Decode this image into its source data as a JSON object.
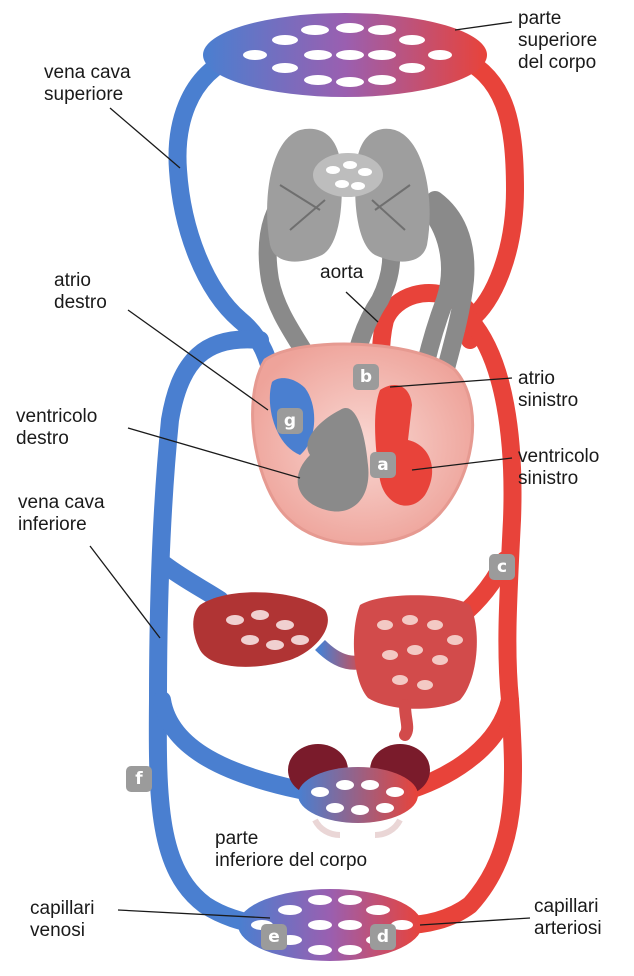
{
  "labels": {
    "upper_body": "parte\nsuperiore\ndel corpo",
    "superior_vena_cava": "vena cava\nsuperiore",
    "aorta": "aorta",
    "right_atrium": "atrio\ndestro",
    "left_atrium": "atrio\nsinistro",
    "right_ventricle": "ventricolo\ndestro",
    "left_ventricle": "ventricolo\nsinistro",
    "inferior_vena_cava": "vena cava\ninferiore",
    "lower_body": "parte\ninferiore del corpo",
    "venous_capillaries": "capillari\nvenosi",
    "arterial_capillaries": "capillari\narteriosi"
  },
  "badges": {
    "a": "a",
    "b": "b",
    "c": "c",
    "d": "d",
    "e": "e",
    "f": "f",
    "g": "g"
  },
  "colors": {
    "arterial": "#e8433a",
    "venous": "#4a7fd0",
    "pulmonary": "#8a8a8a",
    "heart_muscle": "#f4b9b2",
    "badge": "#9b9b9b"
  }
}
